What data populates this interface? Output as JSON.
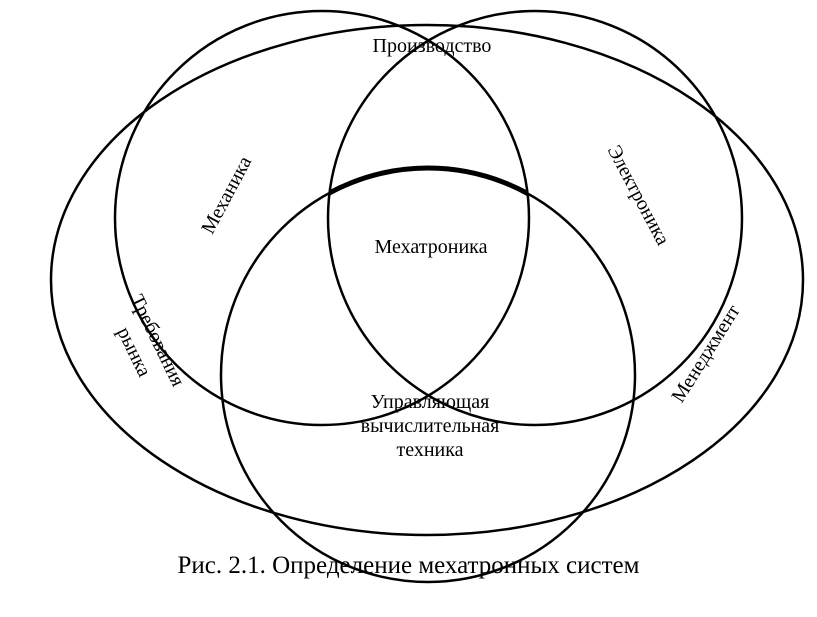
{
  "diagram": {
    "labels": {
      "production": "Производство",
      "mechanics": "Механика",
      "electronics": "Электроника",
      "mechatronics": "Мехатроника",
      "market_requirements": [
        "Требования",
        "рынка"
      ],
      "management": "Менеджмент",
      "control_computing": [
        "Управляющая",
        "вычислительная",
        "техника"
      ]
    },
    "caption": "Рис. 2.1. Определение мехатронных систем"
  }
}
